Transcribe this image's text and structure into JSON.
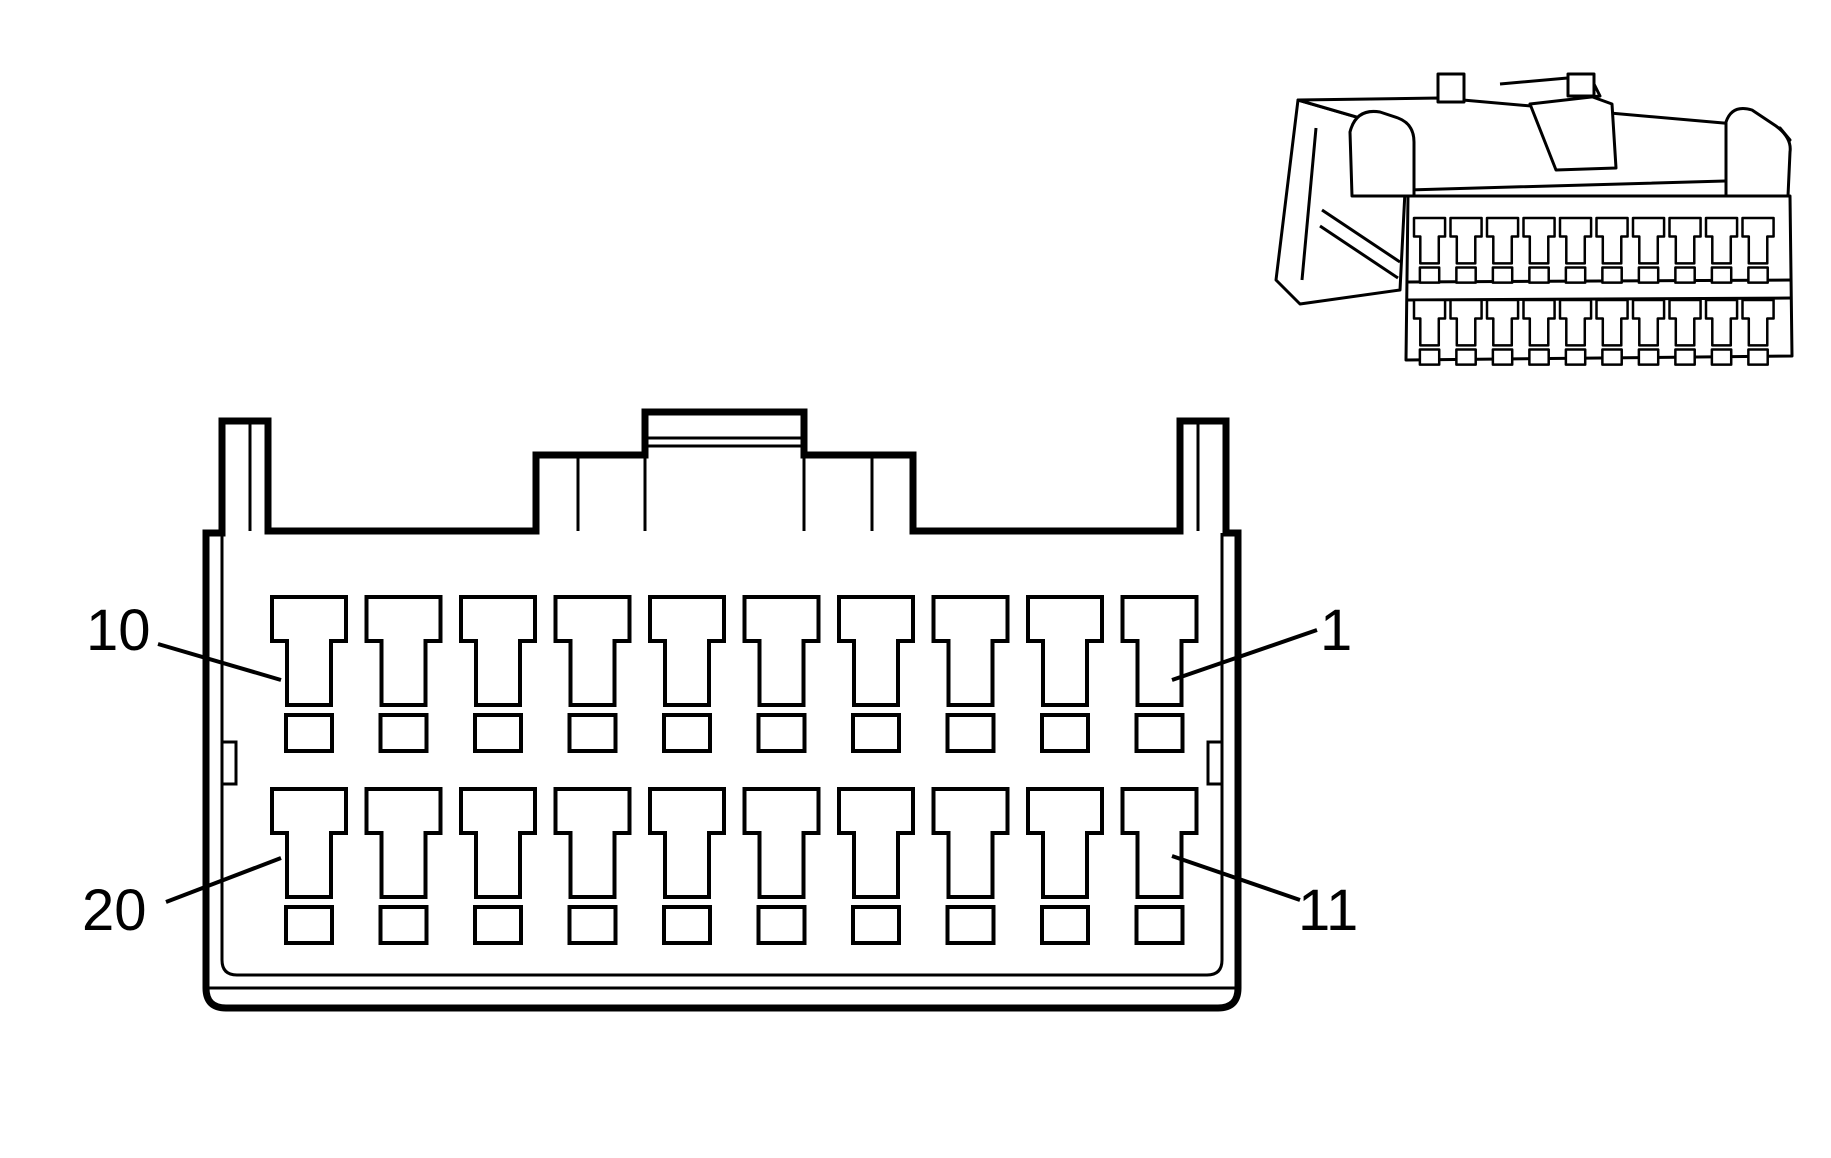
{
  "colors": {
    "stroke": "#000000",
    "fill": "#ffffff"
  },
  "connector": {
    "cavity_rows": [
      {
        "first_pin": 10,
        "last_pin": 1,
        "count": 10
      },
      {
        "first_pin": 20,
        "last_pin": 11,
        "count": 10
      }
    ]
  },
  "pin_labels": {
    "top_left": "10",
    "top_right": "1",
    "bottom_left": "20",
    "bottom_right": "11"
  }
}
